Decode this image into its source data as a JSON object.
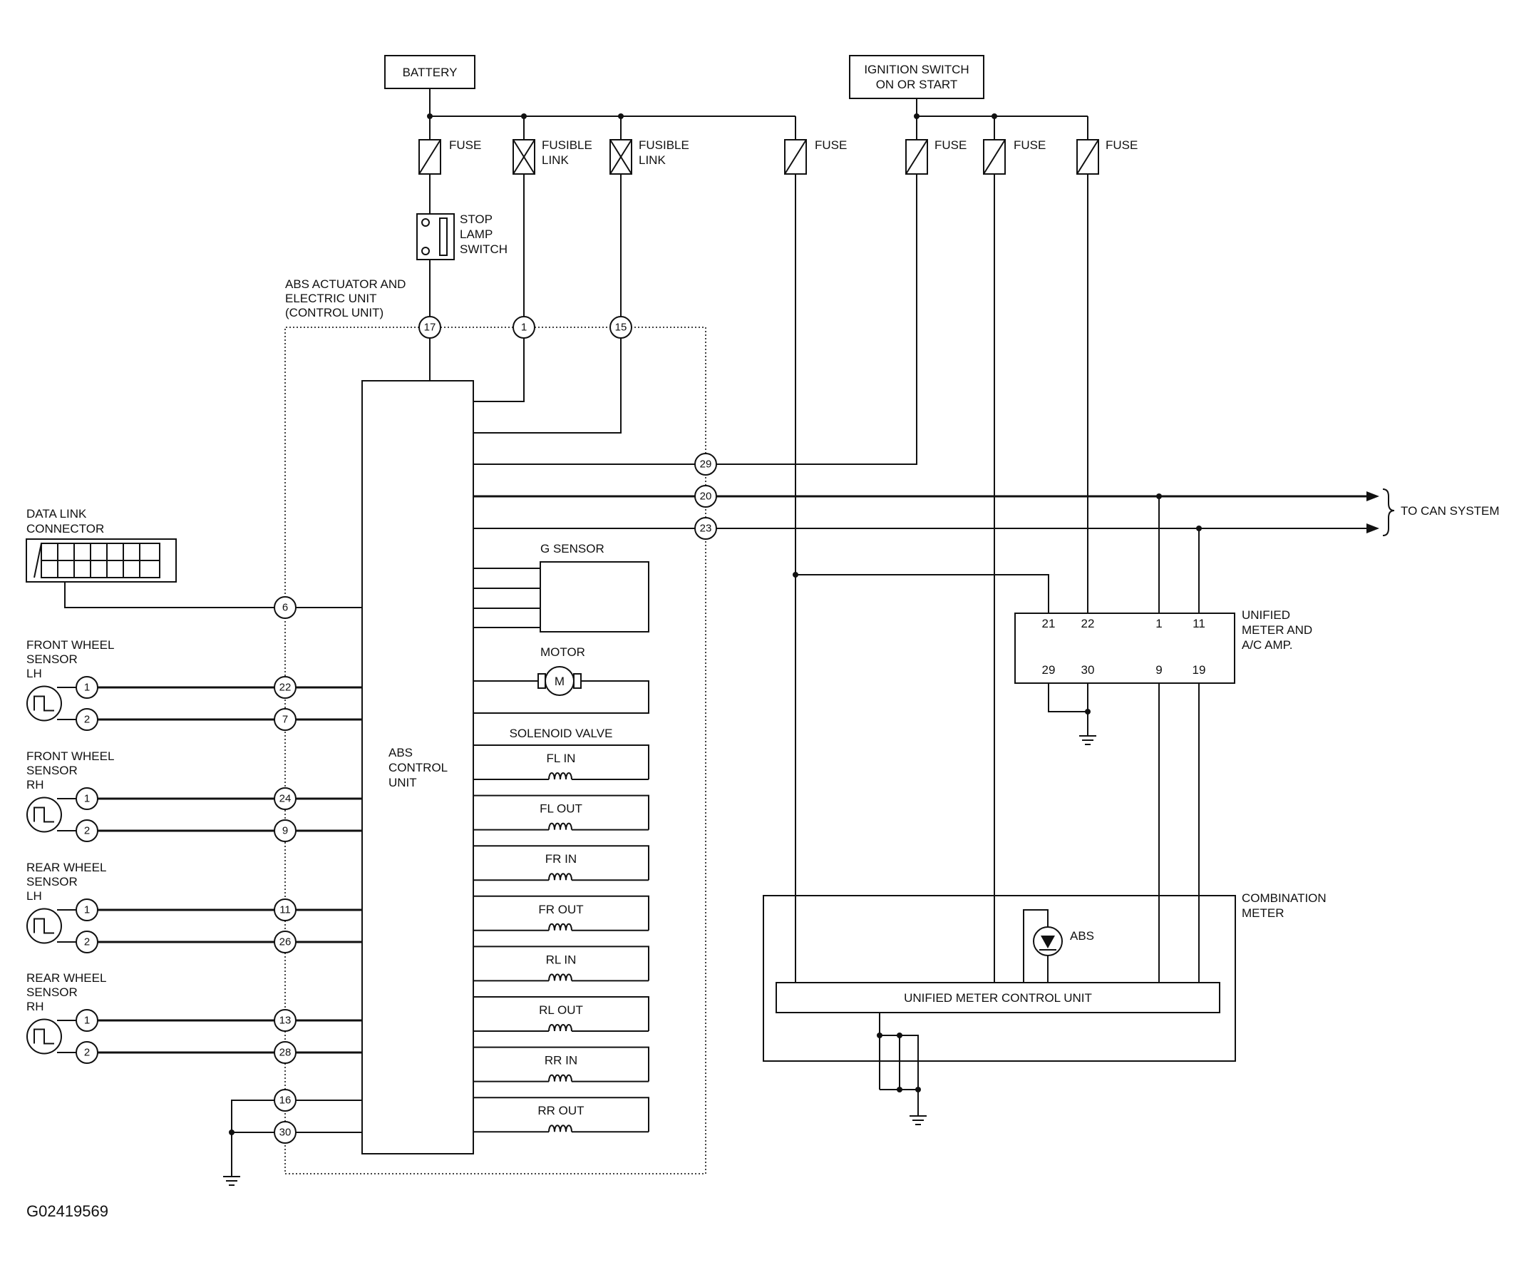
{
  "labels": {
    "battery": "BATTERY",
    "ignition_line1": "IGNITION SWITCH",
    "ignition_line2": "ON OR START",
    "fuse": "FUSE",
    "fusible_line1": "FUSIBLE",
    "fusible_line2": "LINK",
    "stop_lamp_line1": "STOP",
    "stop_lamp_line2": "LAMP",
    "stop_lamp_line3": "SWITCH",
    "abs_actuator_line1": "ABS ACTUATOR AND",
    "abs_actuator_line2": "ELECTRIC UNIT",
    "abs_actuator_line3": "(CONTROL UNIT)",
    "abs_cu_line1": "ABS",
    "abs_cu_line2": "CONTROL",
    "abs_cu_line3": "UNIT",
    "data_link_line1": "DATA LINK",
    "data_link_line2": "CONNECTOR",
    "g_sensor": "G SENSOR",
    "motor": "MOTOR",
    "motor_symbol": "M",
    "solenoid_valve": "SOLENOID VALVE",
    "to_can": "TO CAN SYSTEM",
    "unified_line1": "UNIFIED",
    "unified_line2": "METER AND",
    "unified_line3": "A/C AMP.",
    "combination_line1": "COMBINATION",
    "combination_line2": "METER",
    "abs_lamp": "ABS",
    "unified_cu": "UNIFIED METER CONTROL UNIT",
    "figure_id": "G02419569",
    "sensor_fl_line1": "FRONT WHEEL",
    "sensor_fl_line2": "SENSOR",
    "sensor_fl_line3": "LH",
    "sensor_fr_line1": "FRONT WHEEL",
    "sensor_fr_line2": "SENSOR",
    "sensor_fr_line3": "RH",
    "sensor_rl_line1": "REAR WHEEL",
    "sensor_rl_line2": "SENSOR",
    "sensor_rl_line3": "LH",
    "sensor_rr_line1": "REAR WHEEL",
    "sensor_rr_line2": "SENSOR",
    "sensor_rr_line3": "RH"
  },
  "pins": {
    "abs_17": "17",
    "abs_1": "1",
    "abs_15": "15",
    "abs_29": "29",
    "abs_20": "20",
    "abs_23": "23",
    "abs_6": "6",
    "abs_22": "22",
    "abs_7": "7",
    "abs_24": "24",
    "abs_9": "9",
    "abs_11": "11",
    "abs_26": "26",
    "abs_13": "13",
    "abs_28": "28",
    "abs_16": "16",
    "abs_30": "30",
    "sensor_pin_1": "1",
    "sensor_pin_2": "2"
  },
  "meter_pins": {
    "p21": "21",
    "p22": "22",
    "p1": "1",
    "p11": "11",
    "p29": "29",
    "p30": "30",
    "p9": "9",
    "p19": "19"
  },
  "solenoids": [
    "FL IN",
    "FL OUT",
    "FR IN",
    "FR OUT",
    "RL IN",
    "RL OUT",
    "RR IN",
    "RR OUT"
  ]
}
